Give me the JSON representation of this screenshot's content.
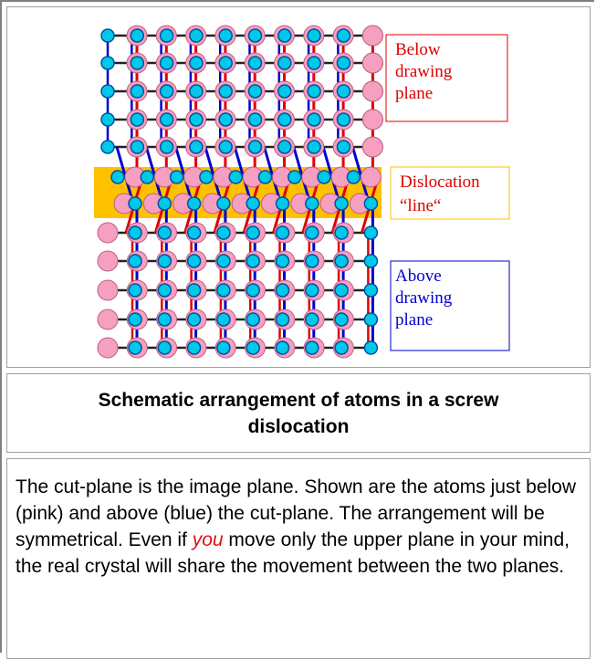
{
  "figure": {
    "labels": {
      "below": [
        "Below",
        "drawing",
        "plane"
      ],
      "dislocation": [
        "Dislocation",
        "“line“"
      ],
      "above": [
        "Above",
        "drawing",
        "plane"
      ]
    },
    "colors": {
      "pink_atom": "#f5a0c0",
      "blue_atom": "#00c8e8",
      "pink_bond": "#e00000",
      "blue_bond": "#0000cc",
      "band": "#ffc000",
      "below_label": "#dd0000",
      "dislocation_label": "#dd0000",
      "above_label": "#0000cc",
      "below_box": "#dd0000",
      "dislocation_box": "#ffc000",
      "above_box": "#0000cc"
    }
  },
  "caption": "Schematic arrangement of atoms in a screw dislocation",
  "body": {
    "part1": "The cut-plane is the image plane. Shown are the atoms just below (pink) and above (blue) the cut-plane. The arrangement will be symmetrical. Even if ",
    "emphasis": "you",
    "part2": " move only the upper plane in your mind, the real crystal will share the movement between the two planes."
  }
}
